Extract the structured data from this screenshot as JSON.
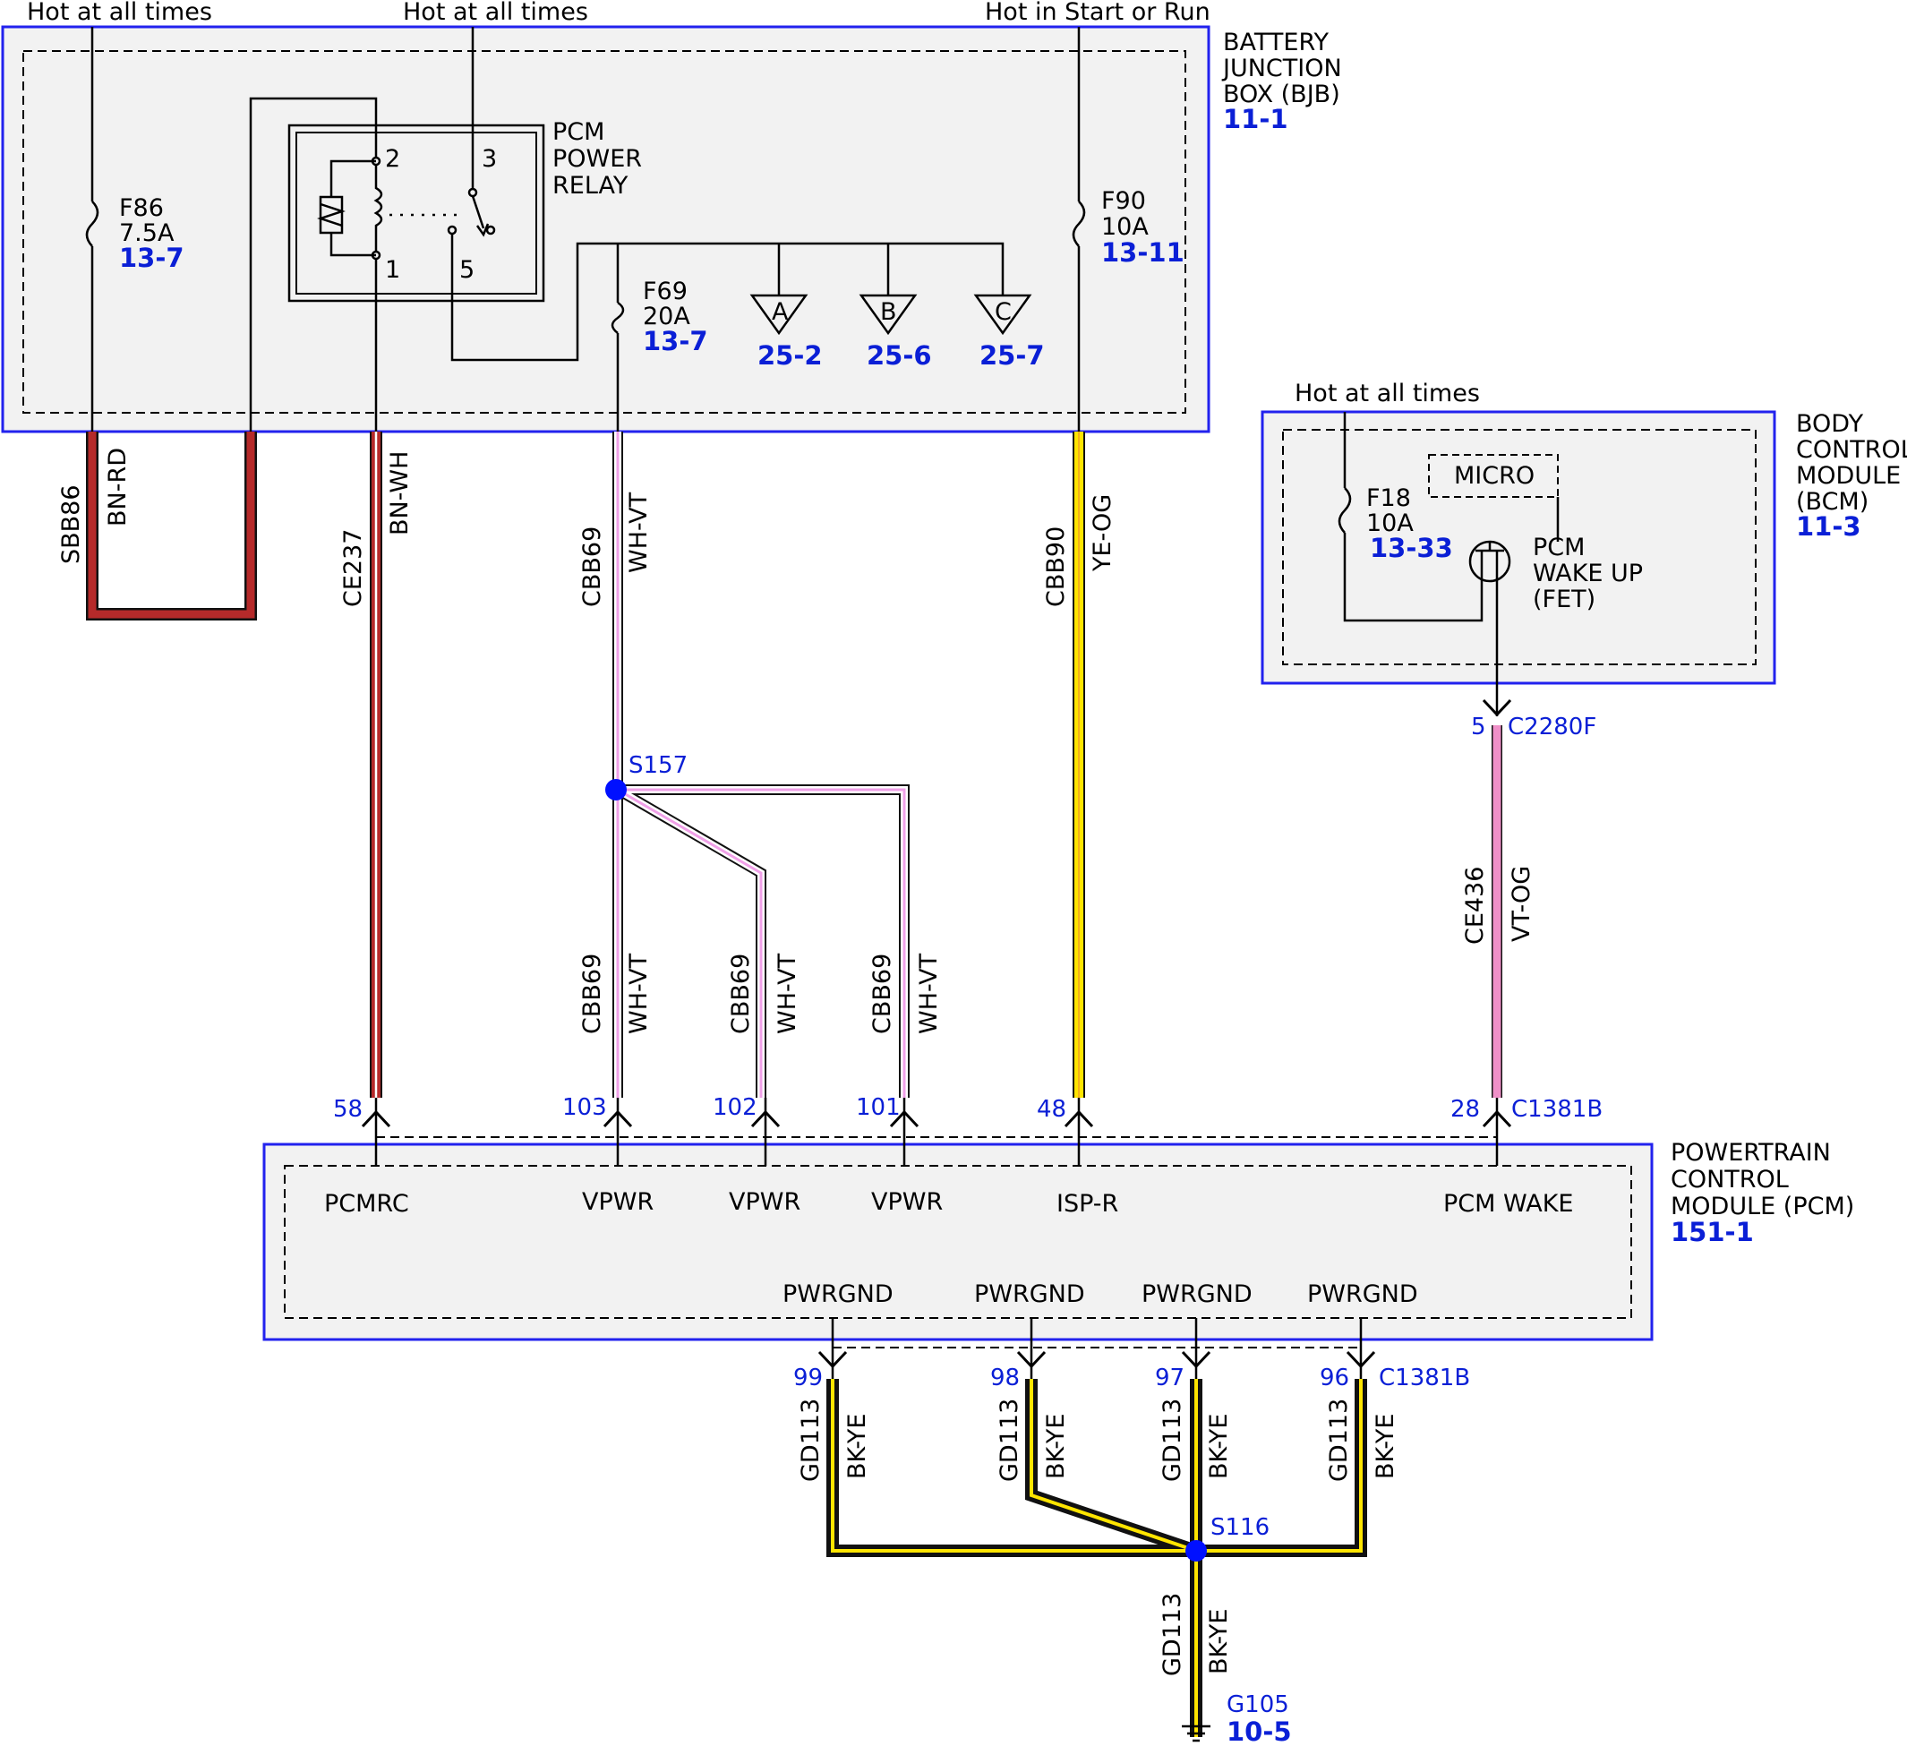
{
  "colors": {
    "module_border": "#2222ee",
    "module_fill": "#f2f2f2",
    "ref_text": "#0a1fd6",
    "splice": "#0010ff",
    "wire_bn": "#b52a2a",
    "wire_ye": "#ffe500",
    "wire_vt": "#f0a0e8",
    "wire_og": "#f090c8",
    "wire_bk": "#111111"
  },
  "power_sources": {
    "hot1": "Hot at all times",
    "hot2": "Hot at all times",
    "hot3": "Hot in Start or Run",
    "hot4": "Hot at all times"
  },
  "bjb": {
    "name_lines": [
      "BATTERY",
      "JUNCTION",
      "BOX (BJB)"
    ],
    "ref": "11-1",
    "relay": {
      "name_lines": [
        "PCM",
        "POWER",
        "RELAY"
      ],
      "pins": [
        "2",
        "3",
        "1",
        "5"
      ]
    },
    "fuses": [
      {
        "id": "F86",
        "rating": "7.5A",
        "ref": "13-7"
      },
      {
        "id": "F90",
        "rating": "10A",
        "ref": "13-11"
      },
      {
        "id": "F69",
        "rating": "20A",
        "ref": "13-7"
      }
    ],
    "connectors": [
      {
        "letter": "A",
        "ref": "25-2"
      },
      {
        "letter": "B",
        "ref": "25-6"
      },
      {
        "letter": "C",
        "ref": "25-7"
      }
    ]
  },
  "bcm": {
    "name_lines": [
      "BODY",
      "CONTROL",
      "MODULE",
      "(BCM)"
    ],
    "ref": "11-3",
    "micro": "MICRO",
    "fuse": {
      "id": "F18",
      "rating": "10A",
      "ref": "13-33"
    },
    "fet_lines": [
      "PCM",
      "WAKE UP",
      "(FET)"
    ],
    "pin": "5",
    "connector": "C2280F"
  },
  "wires": {
    "sbb86": {
      "circuit": "SBB86",
      "color": "BN-RD"
    },
    "ce237": {
      "circuit": "CE237",
      "color": "BN-WH"
    },
    "cbb69_top": {
      "circuit": "CBB69",
      "color": "WH-VT"
    },
    "cbb90": {
      "circuit": "CBB90",
      "color": "YE-OG"
    },
    "ce436": {
      "circuit": "CE436",
      "color": "VT-OG"
    },
    "cbb69_a": {
      "circuit": "CBB69",
      "color": "WH-VT"
    },
    "cbb69_b": {
      "circuit": "CBB69",
      "color": "WH-VT"
    },
    "cbb69_c": {
      "circuit": "CBB69",
      "color": "WH-VT"
    },
    "gd113_a": {
      "circuit": "GD113",
      "color": "BK-YE"
    },
    "gd113_b": {
      "circuit": "GD113",
      "color": "BK-YE"
    },
    "gd113_c": {
      "circuit": "GD113",
      "color": "BK-YE"
    },
    "gd113_d": {
      "circuit": "GD113",
      "color": "BK-YE"
    },
    "gd113_e": {
      "circuit": "GD113",
      "color": "BK-YE"
    }
  },
  "splices": {
    "s157": "S157",
    "s116": "S116"
  },
  "pcm": {
    "name_lines": [
      "POWERTRAIN",
      "CONTROL",
      "MODULE (PCM)"
    ],
    "ref": "151-1",
    "top_pins": [
      "58",
      "103",
      "102",
      "101",
      "48",
      "28"
    ],
    "top_connector": "C1381B",
    "signals": [
      "PCMRC",
      "VPWR",
      "VPWR",
      "VPWR",
      "ISP-R",
      "PCM WAKE"
    ],
    "grounds": [
      "PWRGND",
      "PWRGND",
      "PWRGND",
      "PWRGND"
    ],
    "bottom_pins": [
      "99",
      "98",
      "97",
      "96"
    ],
    "bottom_connector": "C1381B"
  },
  "ground": {
    "id": "G105",
    "ref": "10-5"
  }
}
